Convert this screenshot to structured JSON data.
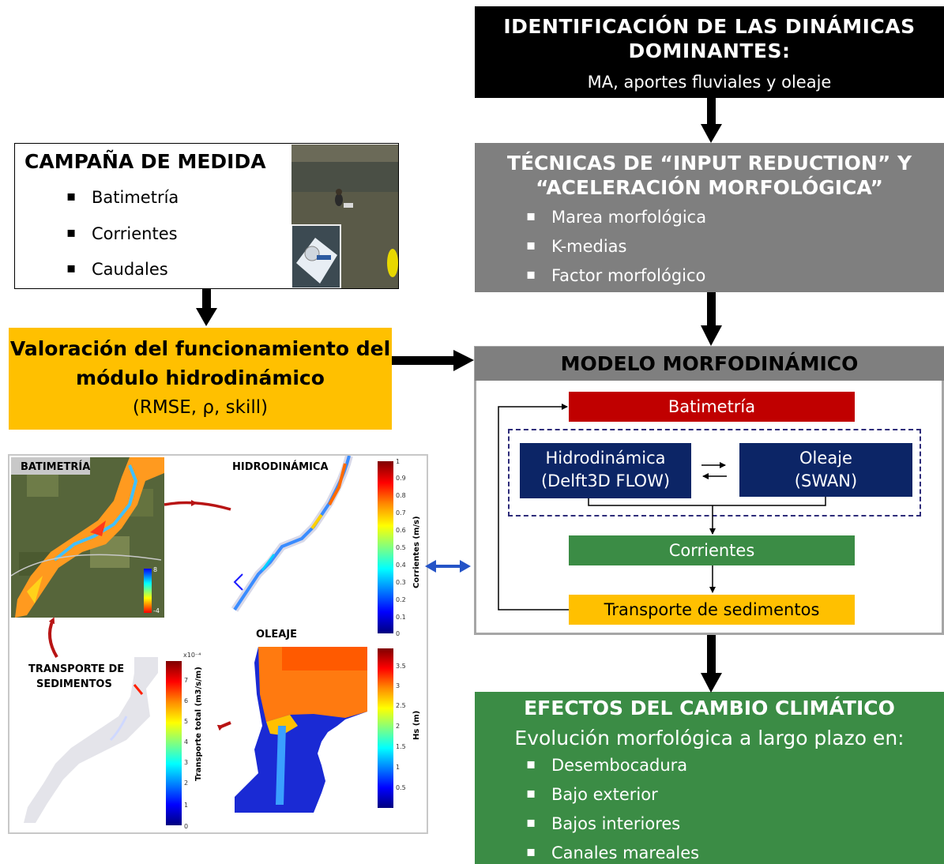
{
  "dinamicas": {
    "title": "IDENTIFICACIÓN DE LAS DINÁMICAS DOMINANTES:",
    "subtitle": "MA, aportes fluviales y oleaje"
  },
  "tecnicas": {
    "title": "TÉCNICAS DE “INPUT REDUCTION”  Y “ACELERACIÓN MORFOLÓGICA”",
    "items": [
      "Marea morfológica",
      "K-medias",
      "Factor morfológico"
    ]
  },
  "campana": {
    "title": "CAMPAÑA DE MEDIDA",
    "items": [
      "Batimetría",
      "Corrientes",
      "Caudales"
    ]
  },
  "valoracion": {
    "title": "Valoración del funcionamiento del módulo hidrodinámico",
    "subtitle": "(RMSE, ρ, skill)"
  },
  "modelo": {
    "title": "MODELO MORFODINÁMICO",
    "batimetria": "Batimetría",
    "hidro_line1": "Hidrodinámica",
    "hidro_line2": "(Delft3D FLOW)",
    "oleaje_line1": "Oleaje",
    "oleaje_line2": "(SWAN)",
    "corrientes": "Corrientes",
    "transporte": "Transporte de sedimentos"
  },
  "efectos": {
    "title": "EFECTOS DEL CAMBIO CLIMÁTICO",
    "subtitle": "Evolución morfológica a largo plazo en:",
    "items": [
      "Desembocadura",
      "Bajo exterior",
      "Bajos interiores",
      "Canales mareales"
    ]
  },
  "figure": {
    "batimetria_label": "BATIMETRÍA",
    "hidro_label": "HIDRODINÁMICA",
    "oleaje_label": "OLEAJE",
    "transporte_label_1": "TRANSPORTE DE",
    "transporte_label_2": "SEDIMENTOS",
    "corrientes_axis": "Corrientes (m/s)",
    "hs_axis": "Hs (m)",
    "transporte_axis": "Transporte total (m3/s/m)",
    "bat_ticks": [
      "8",
      "-4"
    ],
    "corr_ticks": [
      "1",
      "0.9",
      "0.8",
      "0.7",
      "0.6",
      "0.5",
      "0.4",
      "0.3",
      "0.2",
      "0.1",
      "0"
    ],
    "hs_ticks": [
      "3.5",
      "3",
      "2.5",
      "2",
      "1.5",
      "1",
      "0.5"
    ],
    "tr_ticks": [
      "x10⁻⁴",
      "7",
      "6",
      "5",
      "4",
      "3",
      "2",
      "1",
      "0"
    ]
  }
}
